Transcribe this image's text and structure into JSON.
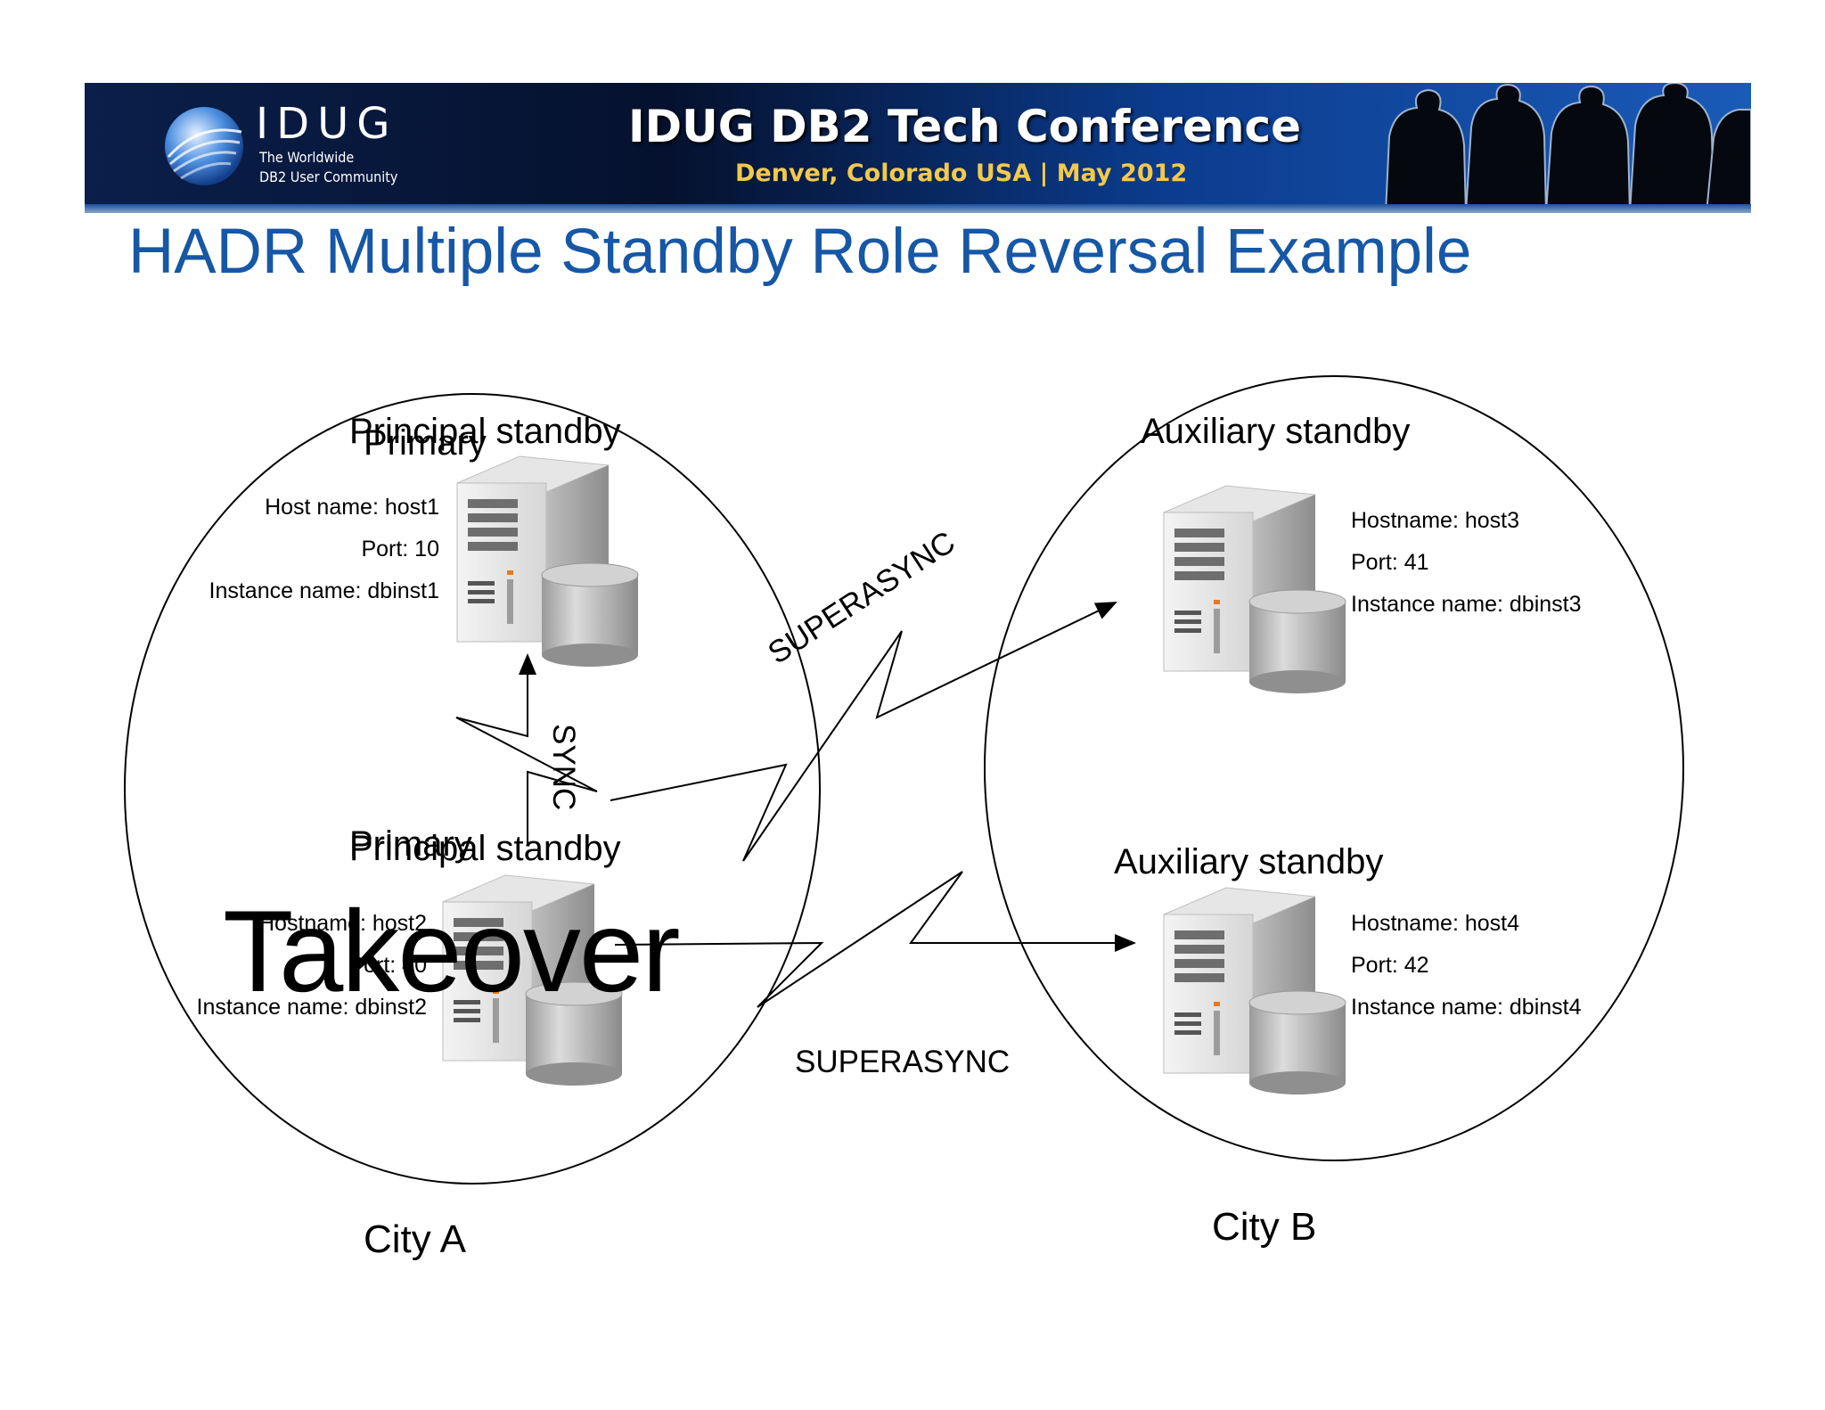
{
  "banner": {
    "logo_text": "IDUG",
    "logo_sub_line1": "The Worldwide",
    "logo_sub_line2": "DB2 User Community",
    "conference_title": "IDUG DB2 Tech Conference",
    "conference_subtitle": "Denver, Colorado USA  |  May 2012"
  },
  "slide": {
    "title": "HADR Multiple Standby Role Reversal Example"
  },
  "city_a": {
    "label": "City A",
    "server1": {
      "role_old": "Principal standby",
      "role_new": "Primary",
      "host_line": "Host name: host1",
      "port_line": "Port: 10",
      "instance_line": "Instance name: dbinst1"
    },
    "server2": {
      "role_old": "Primary",
      "role_new": "Principal standby",
      "host_line": "Hostname: host2",
      "port_line": "Port: 40",
      "instance_line": "Instance name: dbinst2"
    }
  },
  "city_b": {
    "label": "City B",
    "server3": {
      "role": "Auxiliary standby",
      "host_line": "Hostname: host3",
      "port_line": "Port: 41",
      "instance_line": "Instance name: dbinst3"
    },
    "server4": {
      "role": "Auxiliary standby",
      "host_line": "Hostname: host4",
      "port_line": "Port: 42",
      "instance_line": "Instance name: dbinst4"
    }
  },
  "connections": {
    "sync_label": "SYNC",
    "superasync_label_upper": "SUPERASYNC",
    "superasync_label_lower": "SUPERASYNC"
  },
  "overlay": {
    "takeover": "Takeover"
  },
  "colors": {
    "title_blue": "#1657a6",
    "conference_gold": "#f2c94c"
  },
  "icons": [
    "globe-logo-icon",
    "server-tower-icon",
    "database-cylinder-icon",
    "people-silhouette-icon"
  ]
}
